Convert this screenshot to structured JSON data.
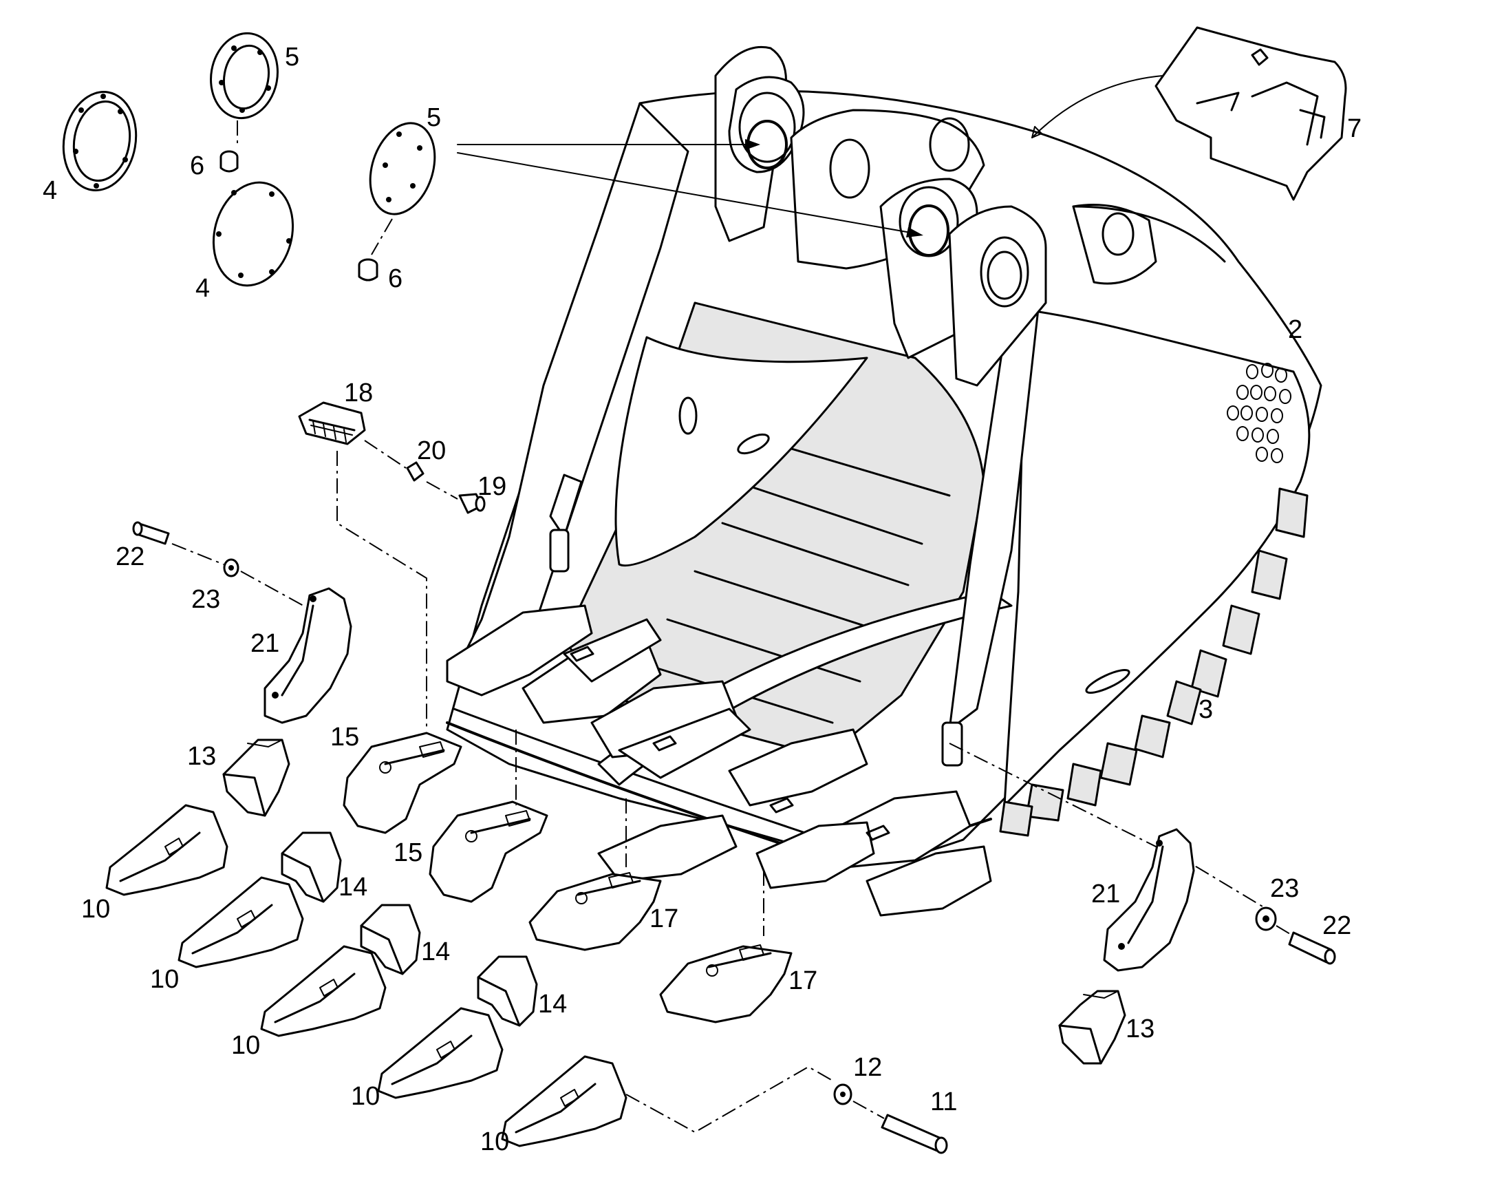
{
  "diagram": {
    "labels": [
      {
        "id": "p4a",
        "text": "4"
      },
      {
        "id": "p5a",
        "text": "5"
      },
      {
        "id": "p6a",
        "text": "6"
      },
      {
        "id": "p4b",
        "text": "4"
      },
      {
        "id": "p5b",
        "text": "5"
      },
      {
        "id": "p6b",
        "text": "6"
      },
      {
        "id": "p7",
        "text": "7"
      },
      {
        "id": "p2",
        "text": "2"
      },
      {
        "id": "p3",
        "text": "3"
      },
      {
        "id": "p18",
        "text": "18"
      },
      {
        "id": "p20",
        "text": "20"
      },
      {
        "id": "p19",
        "text": "19"
      },
      {
        "id": "p22a",
        "text": "22"
      },
      {
        "id": "p23a",
        "text": "23"
      },
      {
        "id": "p21a",
        "text": "21"
      },
      {
        "id": "p13a",
        "text": "13"
      },
      {
        "id": "p15a",
        "text": "15"
      },
      {
        "id": "p15b",
        "text": "15"
      },
      {
        "id": "p10a",
        "text": "10"
      },
      {
        "id": "p14a",
        "text": "14"
      },
      {
        "id": "p10b",
        "text": "10"
      },
      {
        "id": "p14b",
        "text": "14"
      },
      {
        "id": "p10c",
        "text": "10"
      },
      {
        "id": "p14c",
        "text": "14"
      },
      {
        "id": "p10d",
        "text": "10"
      },
      {
        "id": "p10e",
        "text": "10"
      },
      {
        "id": "p17a",
        "text": "17"
      },
      {
        "id": "p17b",
        "text": "17"
      },
      {
        "id": "p12",
        "text": "12"
      },
      {
        "id": "p11",
        "text": "11"
      },
      {
        "id": "p21b",
        "text": "21"
      },
      {
        "id": "p23b",
        "text": "23"
      },
      {
        "id": "p22b",
        "text": "22"
      },
      {
        "id": "p13b",
        "text": "13"
      }
    ]
  }
}
